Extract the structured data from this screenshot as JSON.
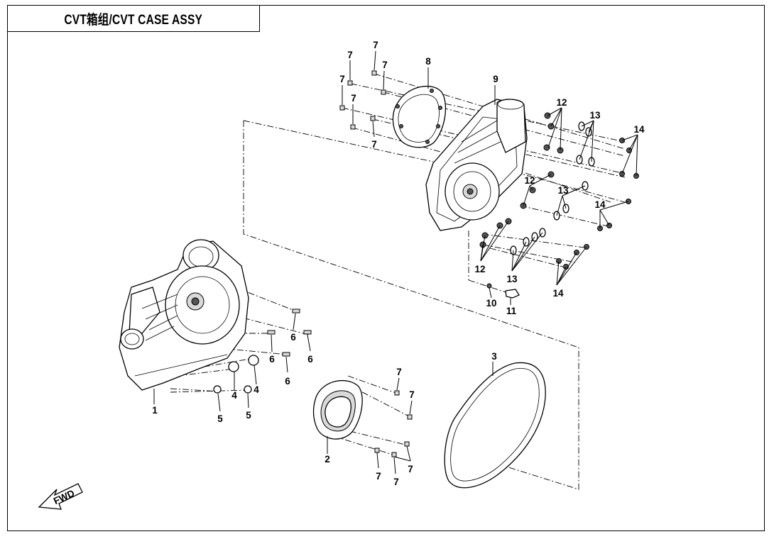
{
  "title": "CVT箱组/CVT CASE ASSY",
  "fwd_label": "FWD",
  "callouts": {
    "c1": "1",
    "c2": "2",
    "c3": "3",
    "c4": "4",
    "c5": "5",
    "c6": "6",
    "c7": "7",
    "c8": "8",
    "c9": "9",
    "c10": "10",
    "c11": "11",
    "c12": "12",
    "c13": "13",
    "c14": "14"
  }
}
